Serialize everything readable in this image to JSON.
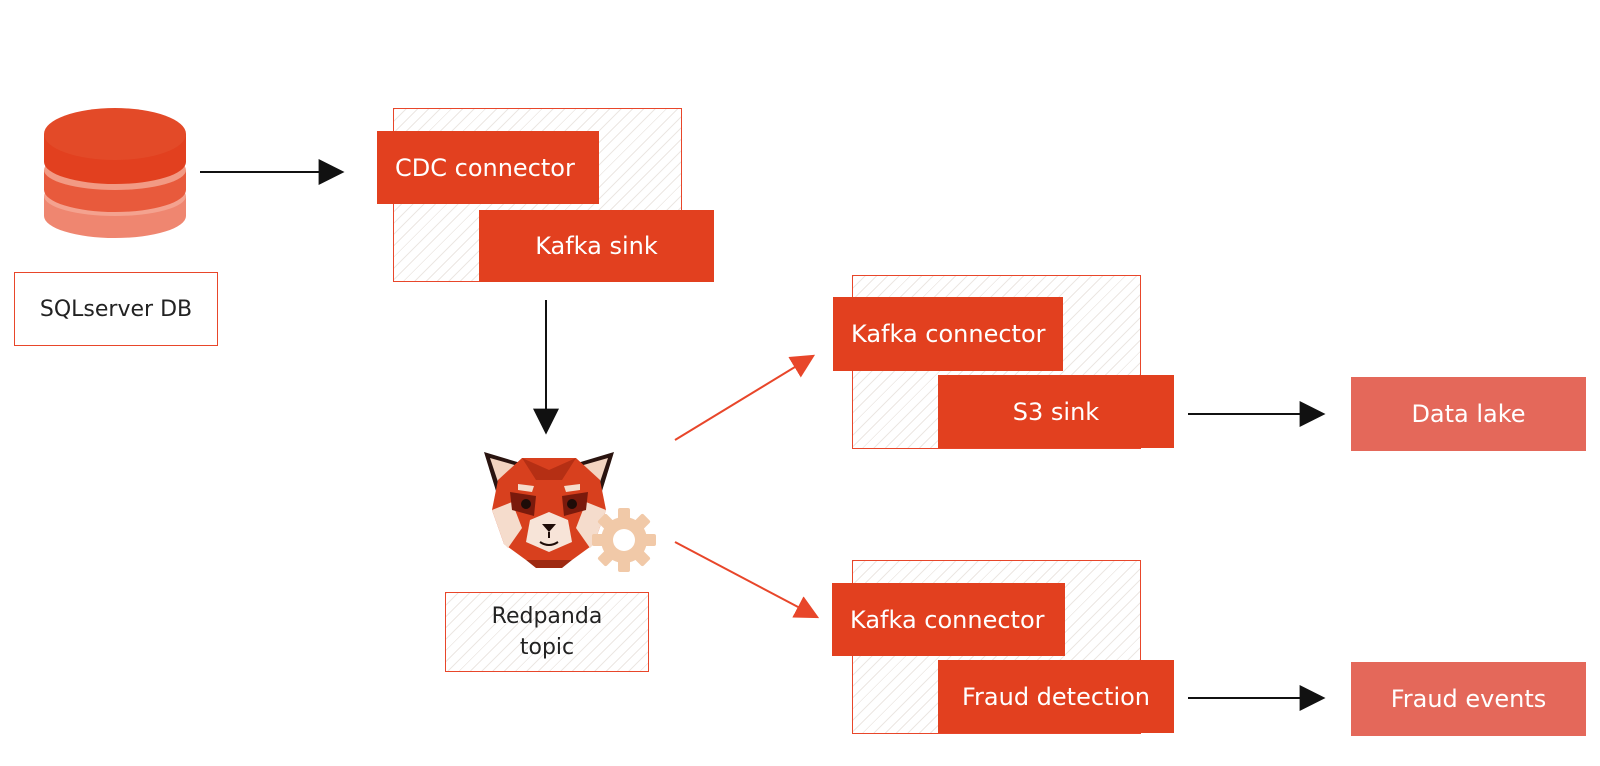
{
  "colors": {
    "accent": "#e2401f",
    "border": "#e8462a",
    "destination": "#e4685a",
    "arrow_dark": "#111111",
    "arrow_accent": "#e8462a",
    "gear": "#f1c9a8"
  },
  "source": {
    "label": "SQLserver DB",
    "icon": "database-icon"
  },
  "cdc": {
    "connector_label": "CDC connector",
    "sink_label": "Kafka sink"
  },
  "topic": {
    "label_line1": "Redpanda",
    "label_line2": "topic",
    "icon": "redpanda-mascot-icon",
    "badge_icon": "gear-icon"
  },
  "upper_pipeline": {
    "connector_label": "Kafka connector",
    "sink_label": "S3 sink",
    "destination_label": "Data lake"
  },
  "lower_pipeline": {
    "connector_label": "Kafka connector",
    "sink_label": "Fraud detection",
    "destination_label": "Fraud events"
  }
}
